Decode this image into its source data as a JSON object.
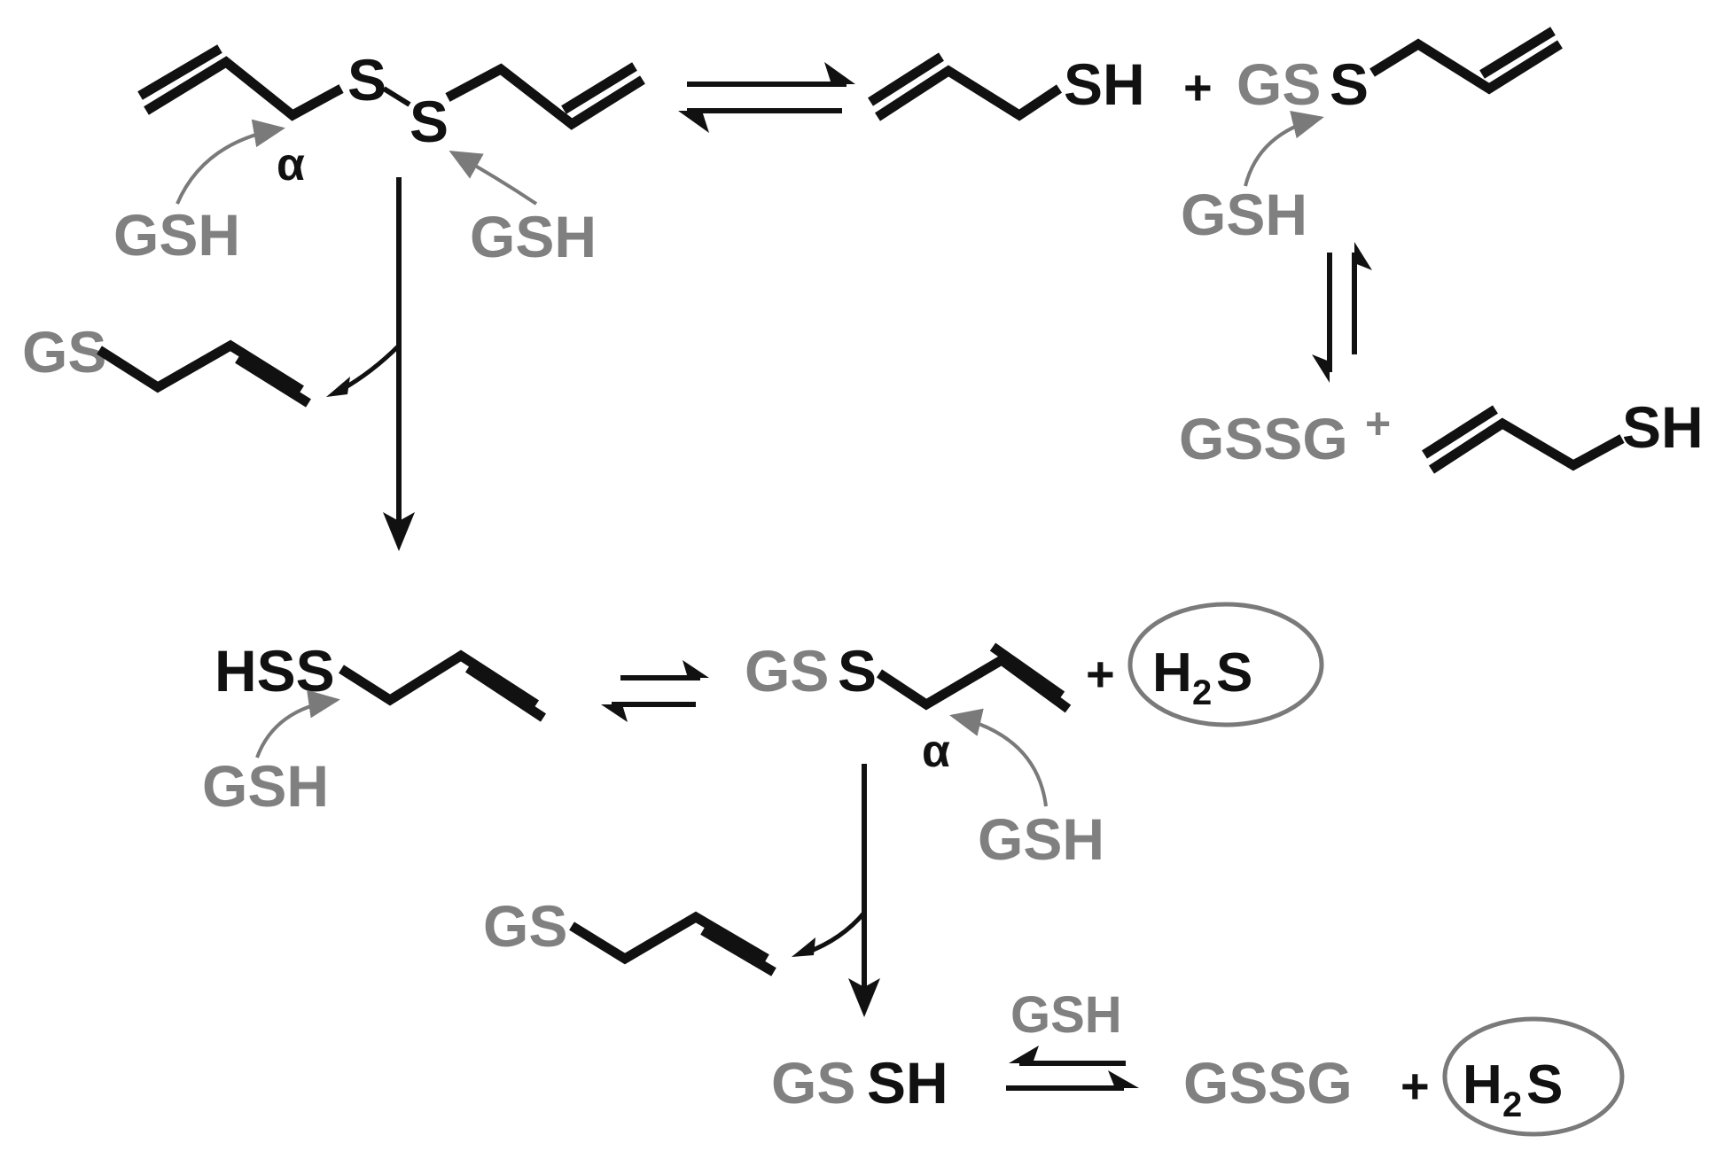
{
  "colors": {
    "reagent": "#808080",
    "structure": "#111111"
  },
  "labels": {
    "s1": "S",
    "s2": "S",
    "alpha_top": "α",
    "gsh_top_left": "GSH",
    "gsh_top_mid": "GSH",
    "sh_top": "SH",
    "plus_top": "+",
    "gss_gs_top": "GS",
    "gss_s_top": "S",
    "gsh_top_right": "GSH",
    "gs_left": "GS",
    "gssg_right": "GSSG",
    "plus_right": "+",
    "sh_right": "SH",
    "hss": "HSS",
    "gsh_hss": "GSH",
    "gss_gs_mid": "GS",
    "gss_s_mid": "S",
    "plus_mid": "+",
    "h2s_h": "H",
    "h2s_sub": "2",
    "h2s_s": "S",
    "alpha_mid": "α",
    "gsh_mid": "GSH",
    "gs_lower": "GS",
    "gsh_bottom": "GSH",
    "gssh_gs": "GS",
    "gssh_sh": "SH",
    "gssg_bottom": "GSSG",
    "plus_bottom": "+",
    "h2s2_h": "H",
    "h2s2_sub": "2",
    "h2s2_s": "S"
  }
}
